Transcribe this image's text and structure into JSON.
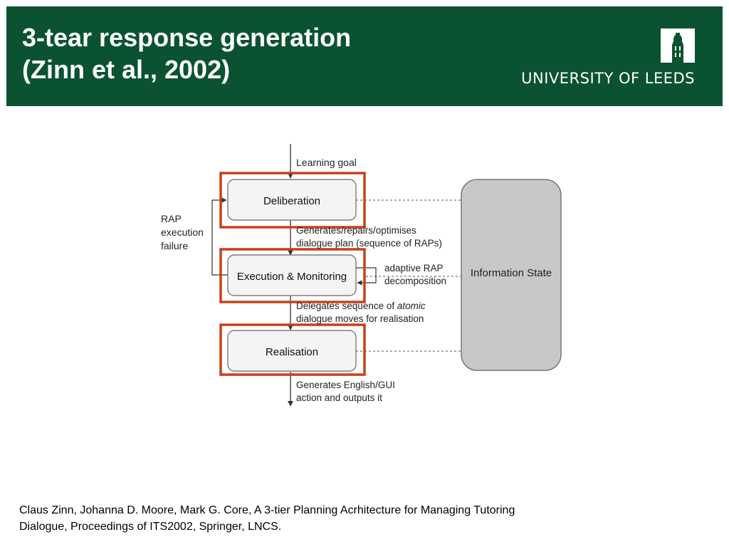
{
  "slide": {
    "title_line1": "3-tear response generation",
    "title_line2": "(Zinn et al., 2002)"
  },
  "logo": {
    "text": "UNIVERSITY OF LEEDS",
    "icon": "university-tower-icon"
  },
  "diagram": {
    "input_label": "Learning goal",
    "boxes": {
      "deliberation": "Deliberation",
      "execution": "Execution & Monitoring",
      "realisation": "Realisation",
      "information_state": "Information State"
    },
    "annotations": {
      "plan_line1": "Generates/repairs/optimises",
      "plan_line2": "dialogue plan (sequence of RAPs)",
      "delegate_line1_prefix": "Delegates sequence of ",
      "delegate_line1_italic": "atomic",
      "delegate_line2": "dialogue moves for realisation",
      "output_line1": "Generates English/GUI",
      "output_line2": "action and outputs it",
      "adaptive_line1": "adaptive RAP",
      "adaptive_line2": "decomposition",
      "failure_line1": "RAP",
      "failure_line2": "execution",
      "failure_line3": "failure"
    },
    "highlight_color": "#c8401a",
    "info_state_color": "#c8c8c8",
    "box_fill_color": "#f4f4f4"
  },
  "citation": {
    "line1": "Claus Zinn, Johanna D. Moore, Mark G. Core, A 3-tier Planning Acrhitecture for Managing Tutoring",
    "line2": "Dialogue, Proceedings of ITS2002, Springer, LNCS."
  },
  "colors": {
    "header_bg": "#0b5330",
    "header_text": "#ffffff"
  }
}
